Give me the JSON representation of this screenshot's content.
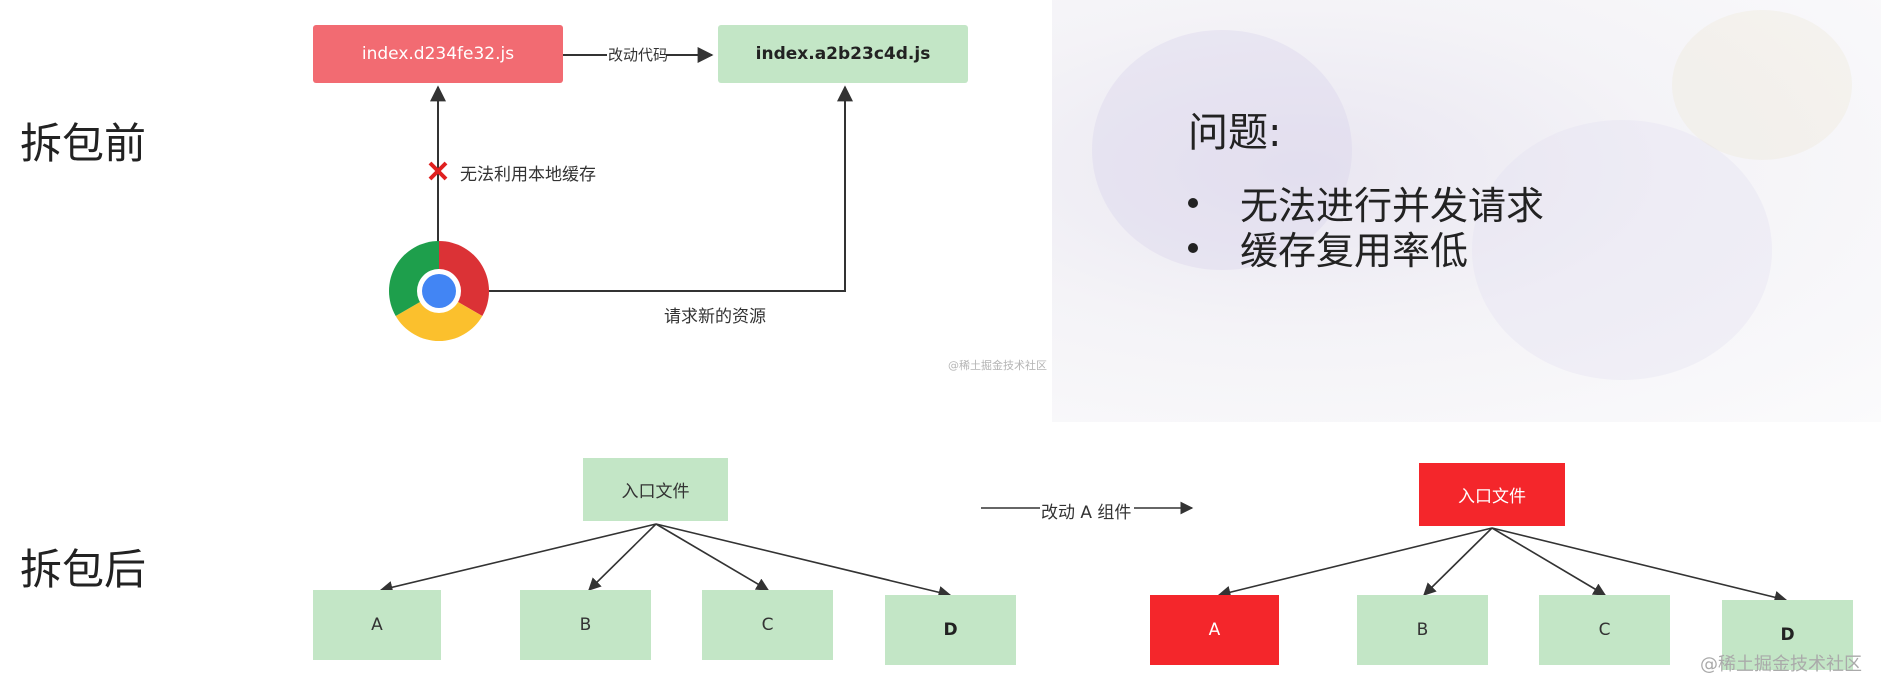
{
  "top": {
    "section_label": "拆包前",
    "old_file": "index.d234fe32.js",
    "new_file": "index.a2b23c4d.js",
    "change_label": "改动代码",
    "cache_label": "无法利用本地缓存",
    "request_label": "请求新的资源",
    "watermark": "@稀土掘金技术社区"
  },
  "problem": {
    "title": "问题:",
    "items": [
      "无法进行并发请求",
      "缓存复用率低"
    ]
  },
  "bottom": {
    "section_label": "拆包后",
    "entry_label": "入口文件",
    "entry_label_after": "入口文件",
    "change_label": "改动 A 组件",
    "chunks_before": [
      "A",
      "B",
      "C",
      "D"
    ],
    "chunks_after": [
      "A",
      "B",
      "C",
      "D"
    ],
    "watermark": "@稀土掘金技术社区"
  },
  "colors": {
    "green_box": "#c3e6c6",
    "red_box": "#f26b72",
    "changed_red": "#f4262b",
    "error_x": "#e0201f"
  }
}
